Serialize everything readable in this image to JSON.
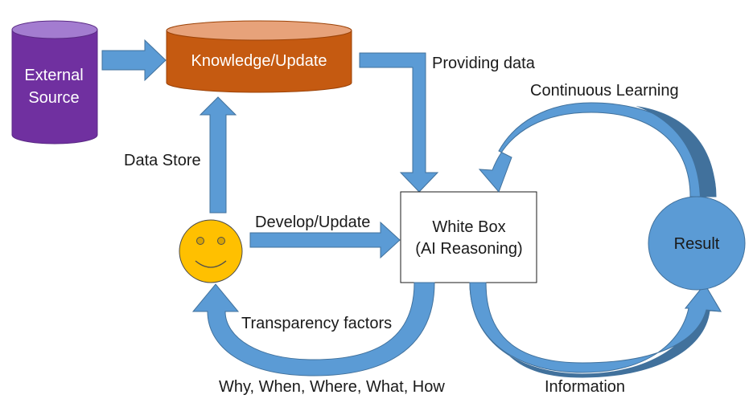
{
  "nodes": {
    "external_source": {
      "line1": "External",
      "line2": "Source",
      "fill": "#7030A0",
      "top_fill": "#A37CD0"
    },
    "knowledge": {
      "label": "Knowledge/Update",
      "fill": "#C55A11",
      "top_fill": "#E7A27A"
    },
    "white_box": {
      "line1": "White Box",
      "line2": "(AI Reasoning)"
    },
    "result": {
      "label": "Result",
      "fill": "#5B9BD5"
    },
    "user": {
      "fill": "#FFC000"
    }
  },
  "edges": {
    "providing_data": "Providing data",
    "continuous_learning": "Continuous Learning",
    "data_store": "Data Store",
    "develop_update": "Develop/Update",
    "transparency_factors": "Transparency factors",
    "why_when": "Why, When, Where, What, How",
    "information": "Information"
  },
  "colors": {
    "arrow": "#5B9BD5",
    "arrow_dark": "#41719C"
  }
}
